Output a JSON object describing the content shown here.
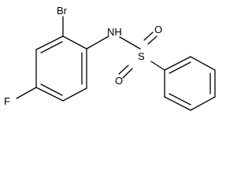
{
  "molecule": {
    "atoms": {
      "bromine": "Br",
      "amine": "NH",
      "sulfur": "S",
      "oxygen_top": "O",
      "oxygen_bottom": "O",
      "fluorine": "F"
    }
  },
  "colors": {
    "bond": "#000000",
    "label": "#000000",
    "background": "#ffffff"
  }
}
